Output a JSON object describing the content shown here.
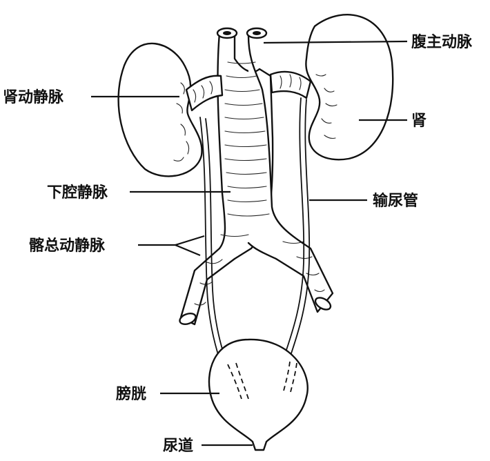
{
  "labels": {
    "abdominal_aorta": "腹主动脉",
    "renal_artery_vein": "肾动静脉",
    "kidney": "肾",
    "inferior_vena_cava": "下腔静脉",
    "ureter": "输尿管",
    "common_iliac": "髂总动静脉",
    "bladder": "膀胱",
    "urethra": "尿道"
  },
  "colors": {
    "ink": "#111111",
    "paper": "#ffffff"
  }
}
